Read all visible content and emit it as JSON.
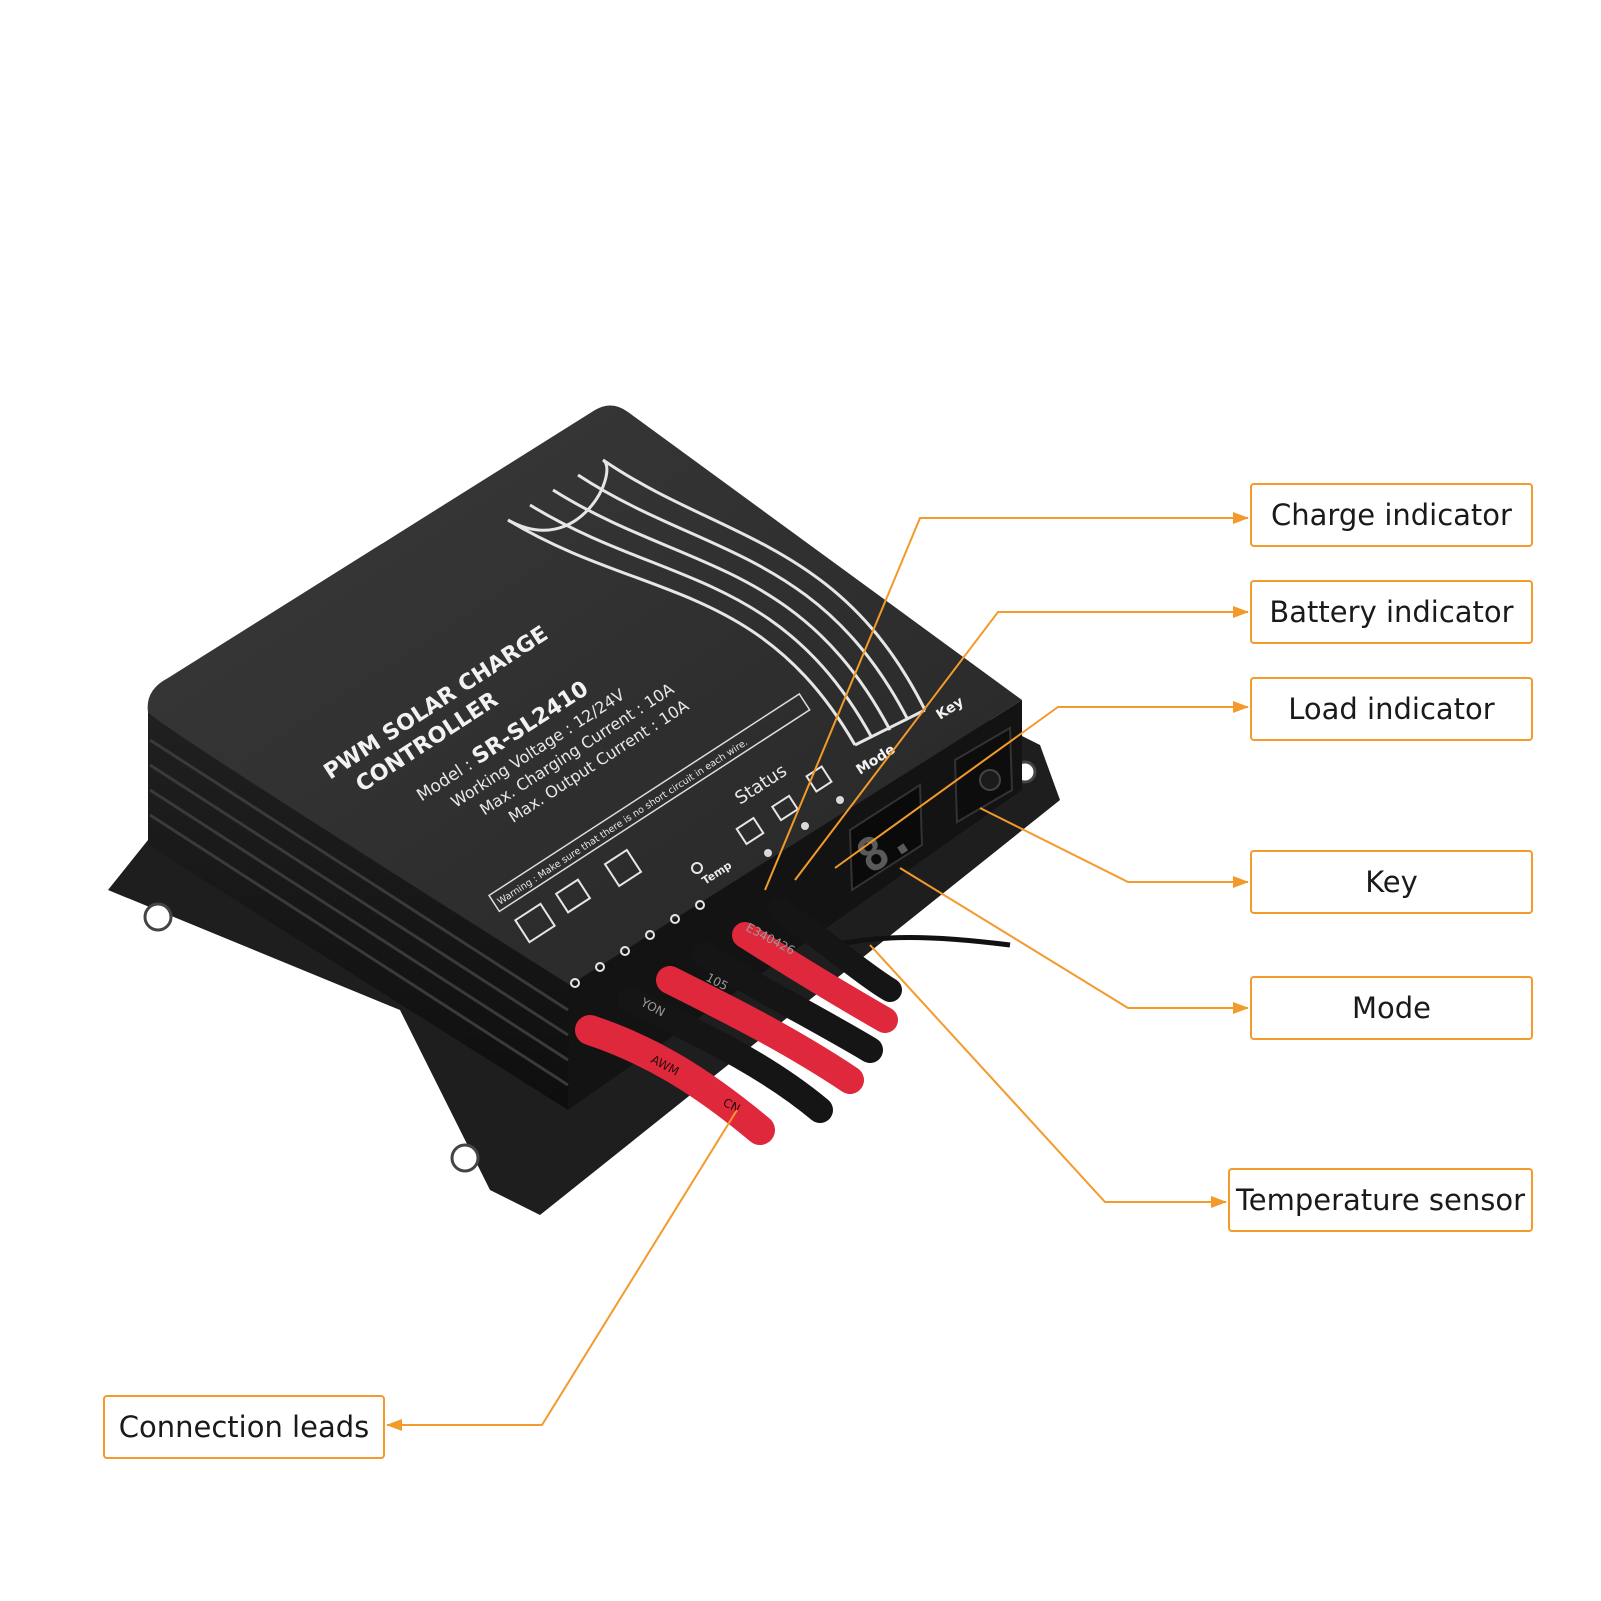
{
  "device": {
    "title_line1": "PWM SOLAR CHARGE",
    "title_line2": "CONTROLLER",
    "model_label": "Model : ",
    "model_value": "SR-SL2410",
    "spec_working_voltage": "Working Voltage : 12/24V",
    "spec_charging_current": "Max. Charging Current : 10A",
    "spec_output_current": "Max. Output Current : 10A",
    "warning": "Warning : Make sure that there is no short circuit in each wire.",
    "status_label": "Status",
    "mode_label": "Mode",
    "key_label": "Key",
    "temp_label": "Temp",
    "display_digit": "8.",
    "wire_prints": [
      "AWM",
      "YON",
      "105",
      "E340426",
      "CN"
    ]
  },
  "callouts": {
    "charge_indicator": "Charge indicator",
    "battery_indicator": "Battery indicator",
    "load_indicator": "Load indicator",
    "key": "Key",
    "mode": "Mode",
    "temperature_sensor": "Temperature sensor",
    "connection_leads": "Connection leads"
  },
  "colors": {
    "accent": "#f39a2b",
    "housing": "#2a2a2a",
    "wire_red": "#e0283c",
    "wire_black": "#151515"
  }
}
